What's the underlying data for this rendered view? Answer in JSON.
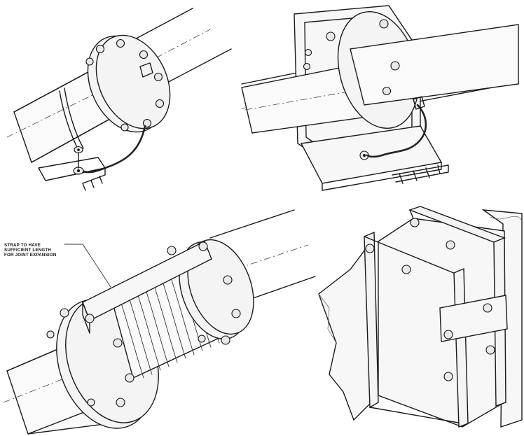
{
  "figure": {
    "panels": [
      {
        "id": "flanged-joint-jumper"
      },
      {
        "id": "pipe-support-jumper"
      },
      {
        "id": "expansion-joint-strap",
        "callout": {
          "lines": [
            "STRAP TO HAVE",
            "SUFFICIENT LENGTH",
            "FOR JOINT EXPANSION"
          ]
        }
      },
      {
        "id": "duct-flange-strap"
      }
    ]
  },
  "colors": {
    "ink": "#1a1a1a",
    "paper": "#ffffff",
    "fill": "#f4f4f4"
  }
}
